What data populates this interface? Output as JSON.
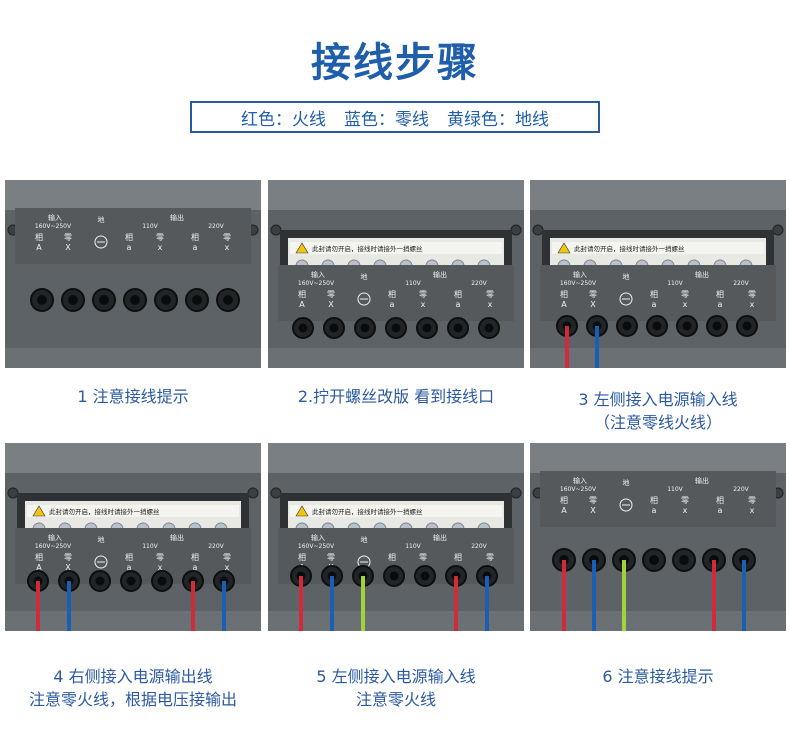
{
  "page": {
    "title": "接线步骤",
    "legend": {
      "red": "红色：火线",
      "blue": "蓝色：零线",
      "yellow_green": "黄绿色：地线"
    }
  },
  "colors": {
    "title": "#1f5eab",
    "live_wire": "#d12b3a",
    "neutral_wire": "#1a5fb4",
    "earth_wire": "#9fd43a",
    "panel_gray": "#6f7478"
  },
  "plate": {
    "input": "输入",
    "input_range": "160V~250V",
    "ground": "地",
    "output": "输出",
    "v110": "110V",
    "v220": "220V",
    "phase": "相",
    "neutral": "零",
    "A": "A",
    "X": "X",
    "a": "a",
    "x": "x"
  },
  "warning_label": "此封请勿开启，接线时请接外一捎螺丝",
  "steps": [
    {
      "caption_line1": "1 注意接线提示",
      "caption_line2": ""
    },
    {
      "caption_line1": "2.拧开螺丝改版 看到接线口",
      "caption_line2": ""
    },
    {
      "caption_line1": "3 左侧接入电源输入线",
      "caption_line2": "（注意零线火线）"
    },
    {
      "caption_line1": "4 右侧接入电源输出线",
      "caption_line2": "注意零火线，根据电压接输出"
    },
    {
      "caption_line1": "5 左侧接入电源输入线",
      "caption_line2": "注意零火线"
    },
    {
      "caption_line1": "6 注意接线提示",
      "caption_line2": ""
    }
  ]
}
